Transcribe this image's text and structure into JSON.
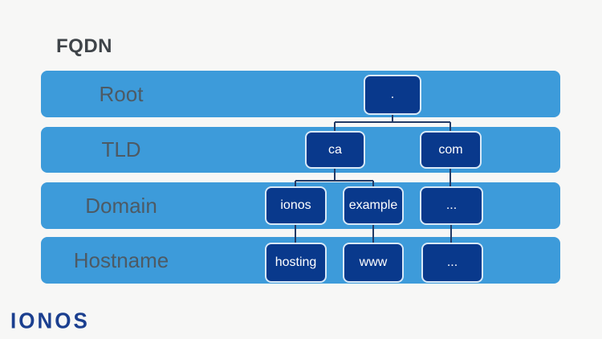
{
  "title": "FQDN",
  "rows": [
    {
      "label": "Root",
      "nodes": [
        {
          "label": "."
        }
      ]
    },
    {
      "label": "TLD",
      "nodes": [
        {
          "label": "ca"
        },
        {
          "label": "com"
        }
      ]
    },
    {
      "label": "Domain",
      "nodes": [
        {
          "label": "ionos"
        },
        {
          "label": "example"
        },
        {
          "label": "..."
        }
      ]
    },
    {
      "label": "Hostname",
      "nodes": [
        {
          "label": "hosting"
        },
        {
          "label": "www"
        },
        {
          "label": "..."
        }
      ]
    }
  ],
  "logo": {
    "text": "IONOS"
  },
  "colors": {
    "background": "#f7f7f6",
    "row_bar": "#3d9bda",
    "node_fill": "#09398c",
    "node_border": "#d9e9f7",
    "node_text": "#ffffff",
    "connector": "#223a66",
    "row_label_text": "#4d5a64",
    "title_text": "#3f4449",
    "logo_text": "#1b3f8f"
  }
}
